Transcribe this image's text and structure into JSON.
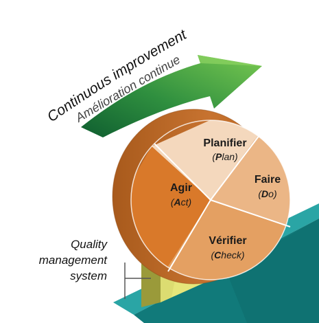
{
  "title": "Continuous improvement",
  "subtitle_fr": "Amélioration continue",
  "side_label": [
    "Quality",
    "management",
    "system"
  ],
  "quadrants": {
    "plan": {
      "fr": "Planifier",
      "en_pre": "(",
      "en_bold": "P",
      "en_post": "lan)"
    },
    "do": {
      "fr": "Faire",
      "en_pre": "(",
      "en_bold": "D",
      "en_post": "o)"
    },
    "check": {
      "fr": "Vérifier",
      "en_pre": "(",
      "en_bold": "C",
      "en_post": "heck)"
    },
    "act": {
      "fr": "Agir",
      "en_pre": "(",
      "en_bold": "A",
      "en_post": "ct)"
    }
  },
  "colors": {
    "plan": "#f4d8bd",
    "do": "#ebb686",
    "check": "#e4a062",
    "act": "#d9792a",
    "wheel_side": "#bf6a24",
    "ramp_top": "#2aa5a5",
    "ramp_side": "#117a7a",
    "wedge_face": "#e6e67a",
    "wedge_side": "#9a9a3a",
    "arrow_light": "#6cc24a",
    "arrow_dark": "#146b3a"
  }
}
